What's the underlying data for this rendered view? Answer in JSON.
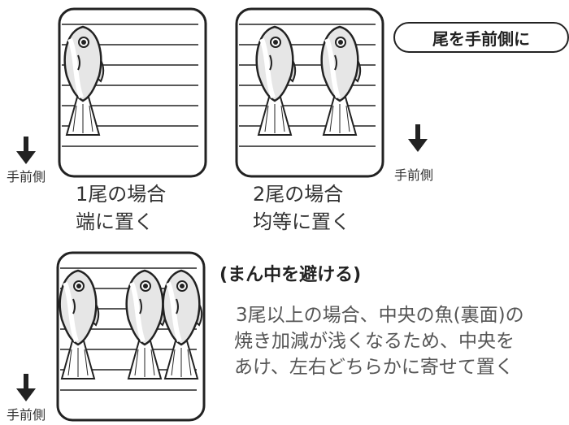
{
  "pill_top": "尾を手前側に",
  "near_side": "手前側",
  "case_one": {
    "line1": "1尾の場合",
    "line2": "端に置く"
  },
  "case_two": {
    "line1": "2尾の場合",
    "line2": "均等に置く"
  },
  "avoid_center": {
    "open": "(",
    "heading": "まん中を避ける",
    "close": ")",
    "lines": [
      "3尾以上の場合、中央の魚(裏面)の",
      "焼き加減が浅くなるため、中央を",
      "あけ、左右どちらかに寄せて置く"
    ]
  }
}
